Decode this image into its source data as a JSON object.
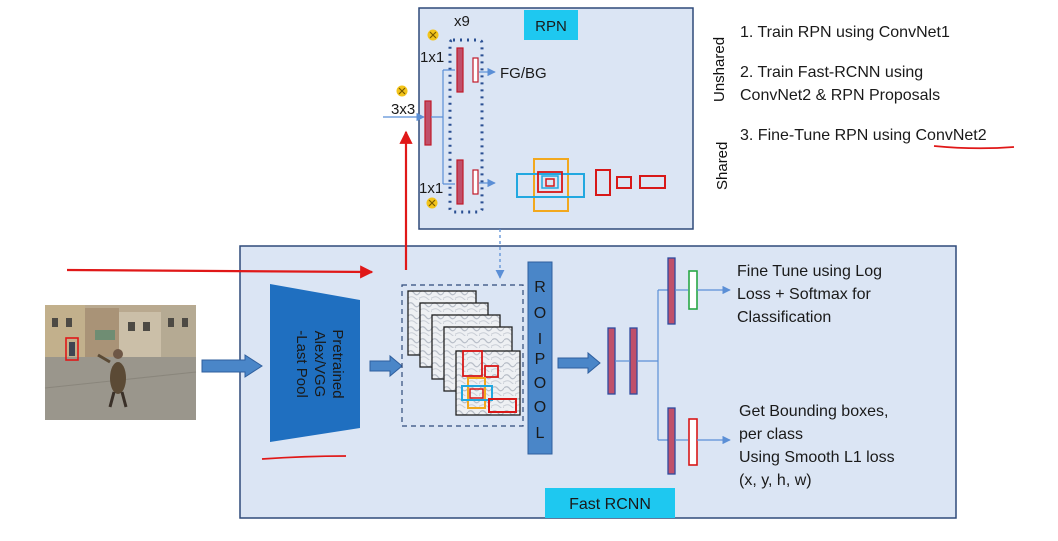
{
  "rpn": {
    "title": "RPN",
    "x9": "x9",
    "one_by_one_top": "1x1",
    "three_by_three": "3x3",
    "one_by_one_bottom": "1x1",
    "fg_bg": "FG/BG"
  },
  "training_steps": {
    "unshared": "Unshared",
    "shared": "Shared",
    "step1": "1. Train RPN using ConvNet1",
    "step2_line1": "2. Train Fast-RCNN using",
    "step2_line2": "ConvNet2 & RPN Proposals",
    "step3": "3. Fine-Tune RPN using ConvNet2"
  },
  "fast_rcnn": {
    "title": "Fast RCNN",
    "backbone_line1": "Pretrained",
    "backbone_line2": "Alex/VGG",
    "backbone_line3": "-Last Pool",
    "roi_pool_letters": [
      "R",
      "O",
      "I",
      "P",
      "O",
      "O",
      "L"
    ],
    "classification_line1": "Fine Tune using Log",
    "classification_line2": "Loss + Softmax for",
    "classification_line3": "Classification",
    "bbox_line1": "Get Bounding boxes,",
    "bbox_line2": "per class",
    "bbox_line3": "Using Smooth L1 loss",
    "bbox_line4": "(x, y, h, w)"
  },
  "colors": {
    "panel_fill": "#dbe5f4",
    "panel_stroke": "#2f4a7a",
    "title_fill": "#1ec8f0",
    "roi_fill": "#4a86c8",
    "backbone_fill": "#1f6fc0",
    "annotation_red": "#e01818"
  }
}
